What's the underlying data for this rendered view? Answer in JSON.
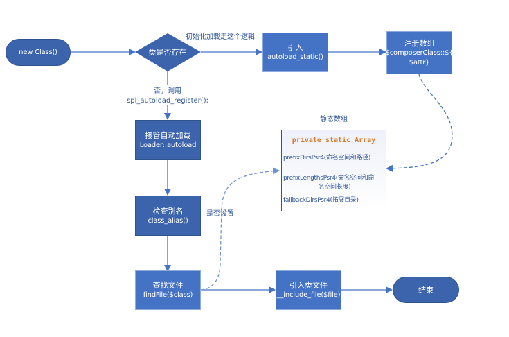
{
  "diagram": {
    "nodes": {
      "start": {
        "label": "new Class()"
      },
      "decision": {
        "label": "类是否存在"
      },
      "autoload_static": {
        "line1": "引入",
        "line2": "autoload_static()"
      },
      "register_array": {
        "line1": "注册数组",
        "line2": "$composerClass::${",
        "line3": "$attr}"
      },
      "loader": {
        "line1": "接管自动加载",
        "line2": "Loader::autoload"
      },
      "class_alias": {
        "line1": "检查别名",
        "line2": "class_alias()"
      },
      "find_file": {
        "line1": "查找文件",
        "line2": "findFile($class)"
      },
      "include_file": {
        "line1": "引入类文件",
        "line2": "__include_file($file)"
      },
      "end": {
        "label": "结束"
      }
    },
    "static_array": {
      "heading": "静态数组",
      "title": "private static Array",
      "fields": [
        "prefixDirsPsr4(命名空间和路径)",
        "prefixLengthsPsr4(命名空间和命",
        "名空间长度)",
        "fallbackDirsPsr4(拓展目录)"
      ]
    },
    "edge_labels": {
      "init_path": "初始化加载走这个逻辑",
      "no_branch_line1": "否，调用",
      "no_branch_line2": "spl_autoload_register();",
      "is_set": "是否设置"
    },
    "colors": {
      "terminal_fill": "#3c64ac",
      "process_fill": "#4472c4",
      "edge": "#4472c4",
      "label_text": "#2f5597",
      "array_title": "#d87a2a"
    }
  }
}
